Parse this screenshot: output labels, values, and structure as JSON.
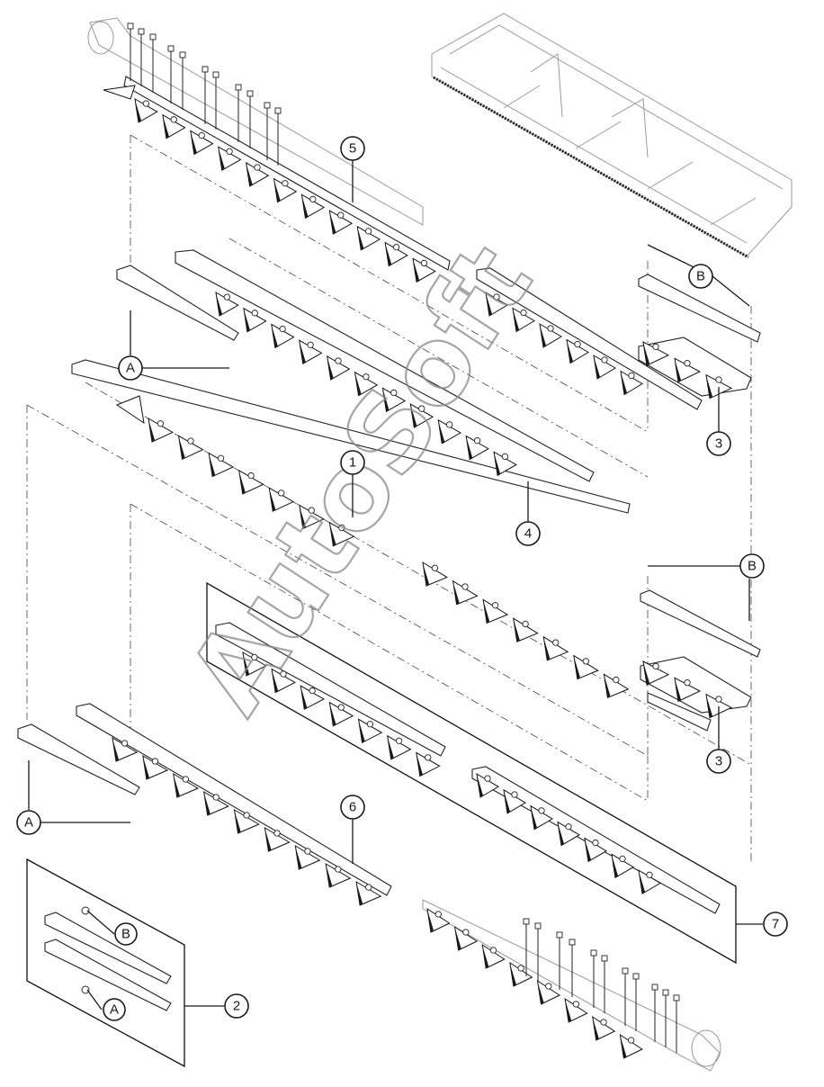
{
  "callouts": {
    "c1": "1",
    "c2": "2",
    "c3a": "3",
    "c3b": "3",
    "c4": "4",
    "c5": "5",
    "c6": "6",
    "c7": "7",
    "cA1": "A",
    "cA2": "A",
    "cA3": "A",
    "cB1": "B",
    "cB2": "B",
    "cB3": "B"
  },
  "watermark": "AutoSoft",
  "colors": {
    "ink": "#1a1a1a",
    "paper": "#ffffff",
    "watermark": "#888888"
  }
}
